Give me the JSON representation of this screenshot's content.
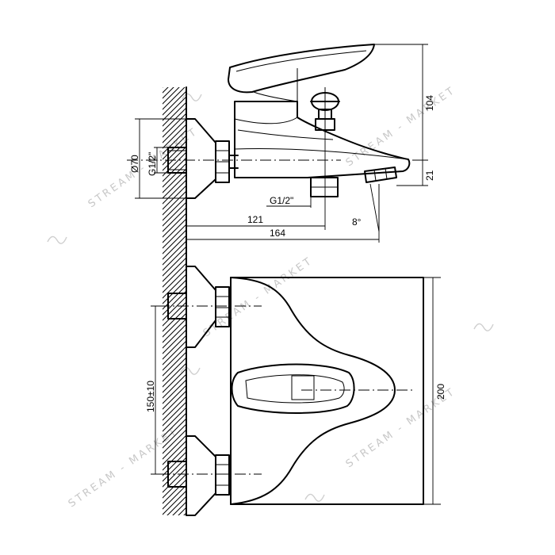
{
  "dimensions": {
    "diameter": "Ø70",
    "thread_left": "G1/2\"",
    "thread_outlet": "G1/2\"",
    "spout_length_short": "121",
    "spout_length_long": "164",
    "angle": "8°",
    "height_upper": "104",
    "height_lower": "21",
    "center_distance": "150±10",
    "body_width": "200"
  },
  "watermark": {
    "text": "STREAM - MARKET"
  }
}
